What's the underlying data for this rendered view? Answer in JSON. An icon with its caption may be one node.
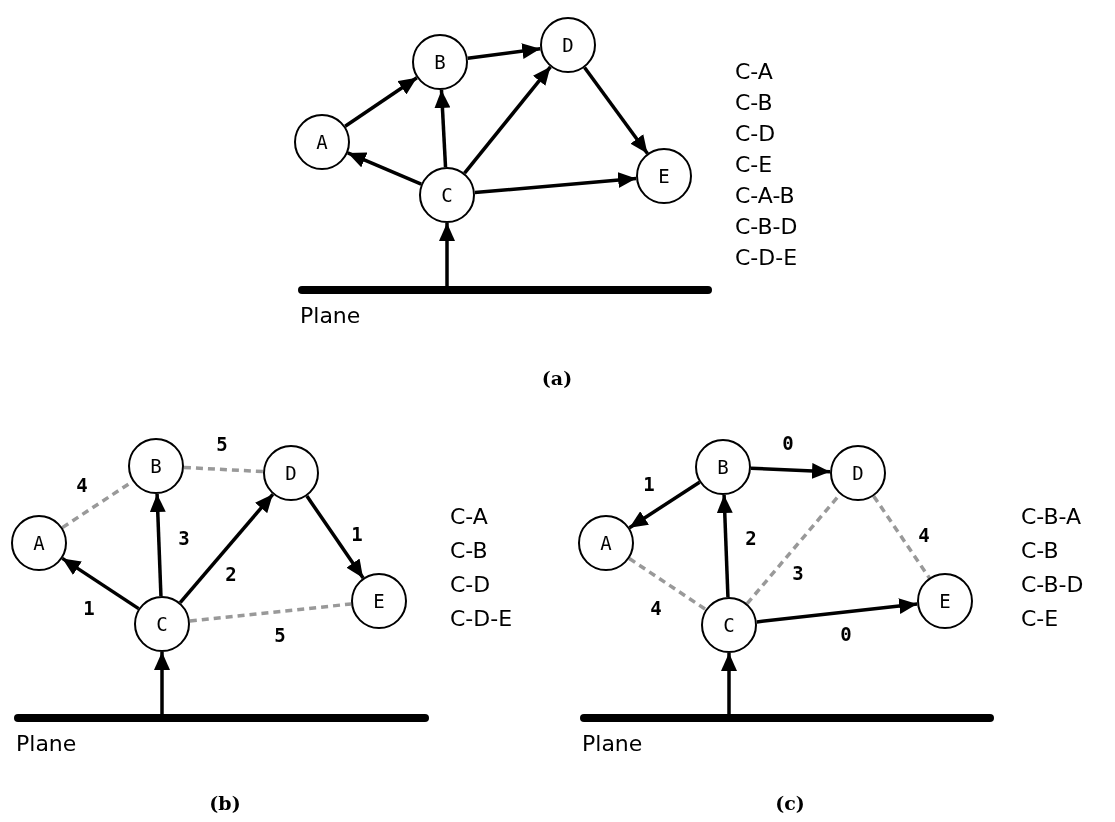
{
  "diagram": {
    "nodes": [
      {
        "text": [
          "A"
        ]
      },
      {
        "text": [
          "B"
        ]
      },
      {
        "text": [
          "C"
        ]
      },
      {
        "text": [
          "D"
        ]
      },
      {
        "text": [
          "E"
        ]
      },
      {
        "text": [
          "Plane"
        ]
      },
      {
        "text": [
          "A"
        ]
      },
      {
        "text": [
          "B"
        ]
      },
      {
        "text": [
          "C"
        ]
      },
      {
        "text": [
          "D"
        ]
      },
      {
        "text": [
          "E"
        ]
      },
      {
        "text": [
          "Plane"
        ]
      },
      {
        "text": [
          "A"
        ]
      },
      {
        "text": [
          "B"
        ]
      },
      {
        "text": [
          "C"
        ]
      },
      {
        "text": [
          "D"
        ]
      },
      {
        "text": [
          "E"
        ]
      },
      {
        "text": [
          "Plane"
        ]
      }
    ],
    "edges": [
      {
        "from": 0,
        "to": 1,
        "arrow": "to"
      },
      {
        "from": 2,
        "to": 0,
        "arrow": "to"
      },
      {
        "from": 2,
        "to": 1,
        "arrow": "to"
      },
      {
        "from": 1,
        "to": 3,
        "arrow": "to"
      },
      {
        "from": 2,
        "to": 3,
        "arrow": "to"
      },
      {
        "from": 3,
        "to": 4,
        "arrow": "to"
      },
      {
        "from": 2,
        "to": 4,
        "arrow": "to"
      },
      {
        "from": 5,
        "to": 2,
        "arrow": "to"
      },
      {
        "from": 6,
        "to": 7,
        "arrow": "none",
        "label": "4",
        "style": "dashed",
        "color": "#999999"
      },
      {
        "from": 7,
        "to": 9,
        "arrow": "none",
        "label": "5",
        "style": "dashed",
        "color": "#999999"
      },
      {
        "from": 8,
        "to": 6,
        "arrow": "to",
        "label": "1"
      },
      {
        "from": 8,
        "to": 7,
        "arrow": "to",
        "label": "3"
      },
      {
        "from": 8,
        "to": 9,
        "arrow": "to",
        "label": "2"
      },
      {
        "from": 9,
        "to": 10,
        "arrow": "to",
        "label": "1"
      },
      {
        "from": 8,
        "to": 10,
        "arrow": "none",
        "label": "5",
        "style": "dashed",
        "color": "#999999"
      },
      {
        "from": 11,
        "to": 8,
        "arrow": "to"
      },
      {
        "from": 13,
        "to": 12,
        "arrow": "to",
        "label": "1"
      },
      {
        "from": 13,
        "to": 15,
        "arrow": "to",
        "label": "0"
      },
      {
        "from": 14,
        "to": 13,
        "arrow": "to",
        "label": "2"
      },
      {
        "from": 12,
        "to": 14,
        "arrow": "none",
        "label": "4",
        "style": "dashed",
        "color": "#999999"
      },
      {
        "from": 14,
        "to": 15,
        "arrow": "none",
        "label": "3",
        "style": "dashed",
        "color": "#999999"
      },
      {
        "from": 15,
        "to": 16,
        "arrow": "none",
        "label": "4",
        "style": "dashed",
        "color": "#999999"
      },
      {
        "from": 14,
        "to": 16,
        "arrow": "to",
        "label": "0"
      },
      {
        "from": 17,
        "to": 14,
        "arrow": "to"
      }
    ],
    "labels": [
      "C-A",
      "C-B",
      "C-D",
      "C-E",
      "C-A-B",
      "C-B-D",
      "C-D-E",
      "(a)",
      "C-A",
      "C-B",
      "C-D",
      "C-D-E",
      "C-B-A",
      "C-B",
      "C-B-D",
      "C-E",
      "(b)",
      "(c)"
    ]
  }
}
